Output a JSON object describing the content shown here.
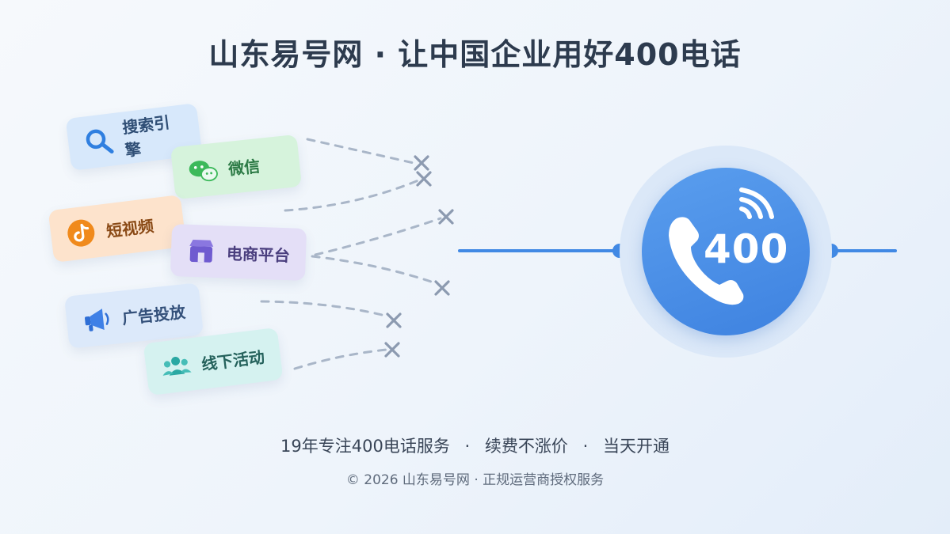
{
  "title": "山东易号网 · 让中国企业用好400电话",
  "channels": {
    "search": {
      "label": "搜索引擎",
      "icon": "search-icon",
      "color": "#2f7fe0"
    },
    "wechat": {
      "label": "微信",
      "icon": "wechat-icon",
      "color": "#3cb95a"
    },
    "video": {
      "label": "短视频",
      "icon": "short-video-icon",
      "color": "#f08a1c"
    },
    "ecommerce": {
      "label": "电商平台",
      "icon": "storefront-icon",
      "color": "#6f5bd0"
    },
    "ads": {
      "label": "广告投放",
      "icon": "megaphone-icon",
      "color": "#2f6fd6"
    },
    "offline": {
      "label": "线下活动",
      "icon": "people-icon",
      "color": "#2aa8a3"
    }
  },
  "hub": {
    "number": "400",
    "icon": "phone-icon",
    "color": "#4189e4"
  },
  "footer": {
    "taglines": [
      "19年专注400电话服务",
      "续费不涨价",
      "当天开通"
    ],
    "separator": "·",
    "copyright": "© 2026 山东易号网 · 正规运营商授权服务"
  }
}
